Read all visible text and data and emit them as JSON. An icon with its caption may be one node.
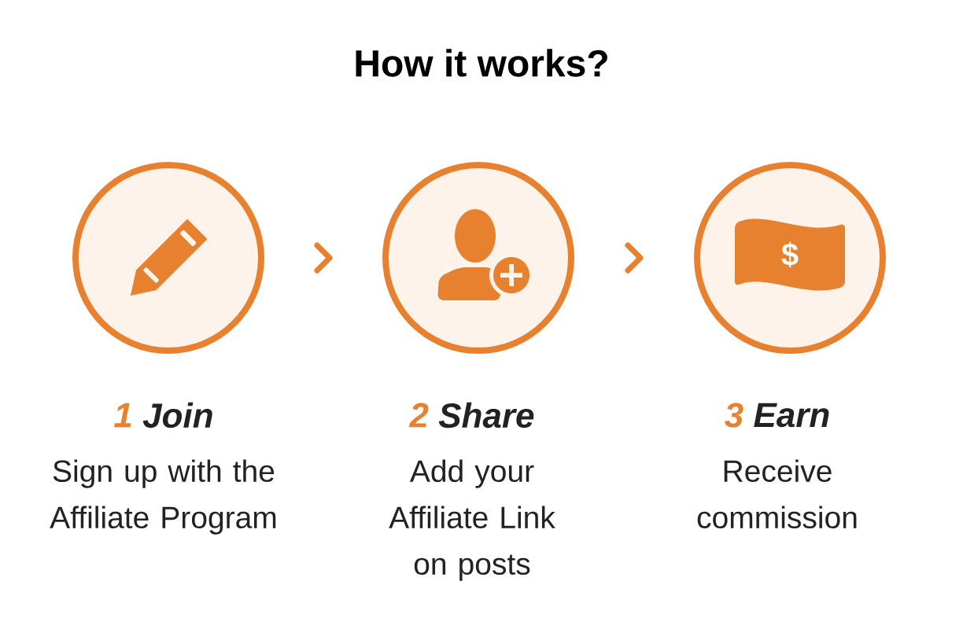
{
  "diagram": {
    "title": "How it works?",
    "nodes": [
      {
        "text": [],
        "shape": "circle",
        "beside": [
          "1",
          "Join",
          "Sign up with the Affiliate Program"
        ]
      },
      {
        "text": [],
        "shape": "circle",
        "beside": [
          "2",
          "Share",
          "Add your Affiliate Link on posts"
        ]
      },
      {
        "text": [],
        "shape": "circle",
        "beside": [
          "3",
          "Earn",
          "Receive commission"
        ]
      }
    ],
    "edges": [
      {
        "from": 0,
        "to": 1,
        "arrow": "to"
      },
      {
        "from": 1,
        "to": 2,
        "arrow": "to"
      }
    ],
    "labels": [
      "$"
    ]
  }
}
